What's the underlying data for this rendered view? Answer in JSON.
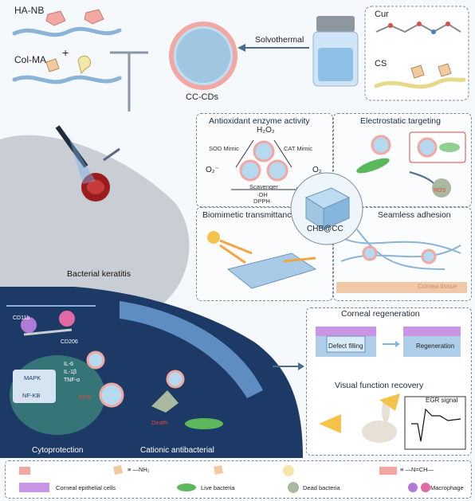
{
  "top": {
    "ha_nb": "HA-NB",
    "col_ma": "Col-MA",
    "plus": "+",
    "cc_cds": "CC-CDs",
    "solvothermal": "Solvothermal",
    "cur": "Cur",
    "cs": "CS"
  },
  "antioxidant": {
    "title": "Antioxidant enzyme activity",
    "h2o2": "H₂O₂",
    "o2_minus": "O₂⁻",
    "o2": "O₂",
    "sod": "SOD Mimic",
    "cat": "CAT Mimic",
    "scavenger": "Scavenger",
    "oh": "·OH",
    "dpph": "DPPH·"
  },
  "electrostatic": {
    "title": "Electrostatic targeting",
    "ros": "ROS"
  },
  "biomimetic": {
    "title": "Biomimetic transmittance"
  },
  "chb": {
    "label": "CHB@CC"
  },
  "adhesion": {
    "title": "Seamless adhesion",
    "cornea": "Cornea tissue"
  },
  "keratitis": {
    "title": "Bacterial keratitis",
    "cd11b": "CD11b",
    "cd206": "CD206",
    "il6": "IL-6",
    "il1b": "IL-1β",
    "tnfa": "TNF-α",
    "mapk": "MAPK",
    "nfkb": "NF-KB",
    "ros": "ROS",
    "death": "Death",
    "cytoprotection": "Cytoprotection",
    "cationic": "Cationic antibacterial"
  },
  "regeneration": {
    "title": "Corneal regeneration",
    "defect": "Defect filling",
    "regen": "Regeneration"
  },
  "visual": {
    "title": "Visual function recovery",
    "egr": "EGR signal"
  },
  "legend": {
    "nh2": "≡ —NH₂",
    "nch": "≡ —N=CH—",
    "epithelial": "Corneal epithelial cells",
    "live": "Live bacteria",
    "dead": "Dead bacteria",
    "macrophage": "Macrophage"
  },
  "colors": {
    "pink": "#f2a7a3",
    "blue": "#9ec3e6",
    "dark_blue": "#1d3a66",
    "red": "#e0463f",
    "green": "#5cb85c",
    "purple": "#b07ad8"
  }
}
